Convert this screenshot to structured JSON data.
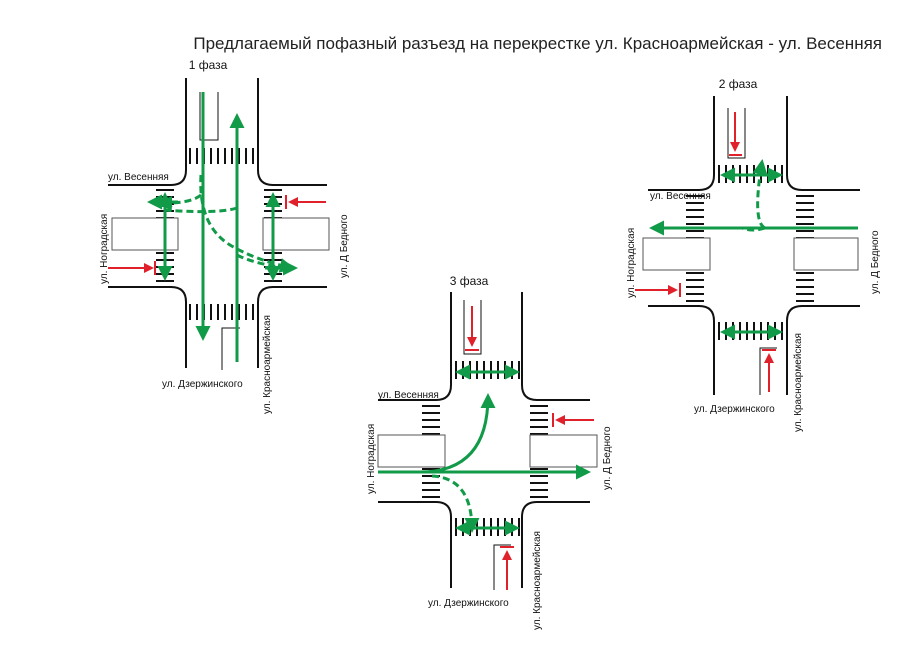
{
  "title": "Предлагаемый пофазный разъезд на перекрестке ул. Красноармейская - ул. Весенняя",
  "colors": {
    "green": "#119a48",
    "red": "#e0202a",
    "road": "#111111"
  },
  "phases": [
    {
      "label": "1 фаза",
      "streets": {
        "top_left": "ул. Весенняя",
        "left": "ул. Ноградская",
        "right": "ул. Д Бедного",
        "bottom_left": "ул. Дзержинского",
        "bottom_right": "ул. Красноармейская"
      }
    },
    {
      "label": "2 фаза",
      "streets": {
        "top_left": "ул. Весенняя",
        "left": "ул. Ноградская",
        "right": "ул. Д Бедного",
        "bottom_left": "ул. Дзержинского",
        "bottom_right": "ул. Красноармейская"
      }
    },
    {
      "label": "3 фаза",
      "streets": {
        "top_left": "ул. Весенняя",
        "left": "ул. Ноградская",
        "right": "ул. Д Бедного",
        "bottom_left": "ул. Дзержинского",
        "bottom_right": "ул. Красноармейская"
      }
    }
  ]
}
